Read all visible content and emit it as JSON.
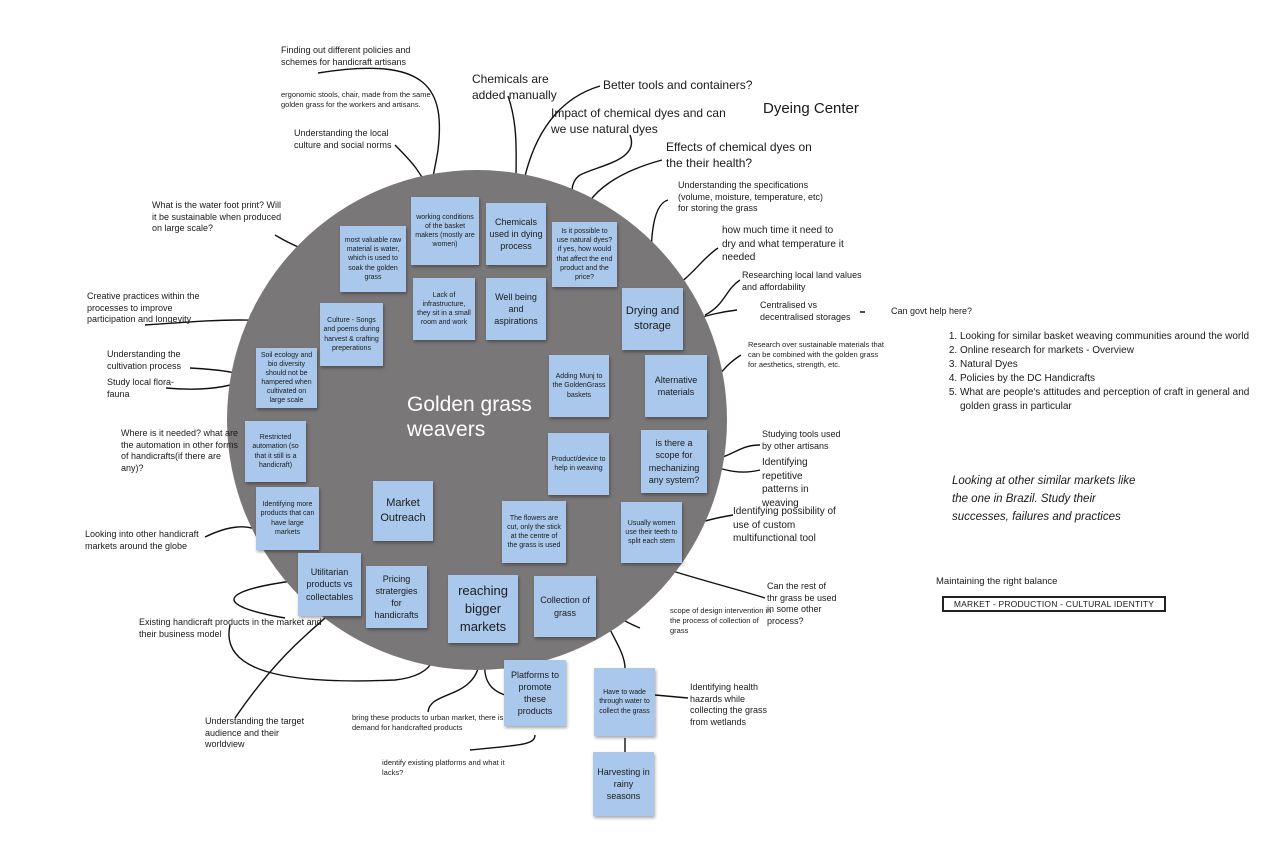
{
  "center_title": "Golden grass weavers",
  "section_label": "Dyeing Center",
  "stickies": {
    "working_conditions": "working conditions of the basket makers (mostly are women)",
    "chemicals_used": "Chemicals used in dying process",
    "natural_dyes": "Is it possible to use natural dyes? if yes, how would that affect the end product and the price?",
    "raw_material": "most valuable raw material is water, which is used to soak the golden grass",
    "lack_infrastructure": "Lack of infrastructure, they sit in a small room and work",
    "well_being": "Well being and aspirations",
    "drying_storage": "Drying and storage",
    "culture_songs": "Culture - Songs and poems during harvest & crafting preperations",
    "soil_ecology": "Soil ecology and bio diversity should not be hampered when cultivated on large scale",
    "adding_munj": "Adding Munj to the GoldenGrass baskets",
    "alternative_materials": "Alternative materials",
    "restricted_automation": "Restricted automation (so that it still is a handicraft)",
    "product_device": "Product/device to help in weaving",
    "scope_mechanizing": "is there a scope for mechanizing any system?",
    "identifying_products": "Identifying more products that can have large markets",
    "market_outreach": "Market Outreach",
    "flowers_cut": "The flowers are cut, only the stick at the centre of the grass is used",
    "usually_women": "Usually women use their teeth to split each stem",
    "utilitarian": "Utilitarian products vs collectables",
    "pricing": "Pricing stratergies for handicrafts",
    "reaching_markets": "reaching bigger markets",
    "collection_grass": "Collection of grass",
    "platforms": "Platforms to promote these products",
    "wade_water": "Have to wade through water to collect the grass",
    "harvesting": "Harvesting in rainy seasons"
  },
  "notes": {
    "policies": "Finding out different policies and schemes for handicraft artisans",
    "ergonomic": "ergonomic stools, chair, made from the same golden grass for the workers and artisans.",
    "local_culture": "Understanding the local culture and social norms",
    "chem_manual": "Chemicals are added manually",
    "better_tools": "Better tools and containers?",
    "impact_dyes": "Impact of chemical dyes and can we use natural dyes",
    "effects_health": "Effects of chemical dyes on the their health?",
    "water_footprint": "What is the water foot print? Will it be sustainable when produced on large scale?",
    "specifications": "Understanding the specifications (volume, moisture, temperature, etc) for storing the grass",
    "time_dry": "how much time it need to dry and what temperature it needed",
    "land_values": "Researching local land values and affordability",
    "centralised": "Centralised vs decentralised storages",
    "govt_help": "Can govt help here?",
    "creative_practices": "Creative practices within the processes to improve participation and longevity",
    "cultivation": "Understanding the cultivation process",
    "flora_fauna": "Study local flora-fauna",
    "research_sustainable": "Research over sustainable materials that can be combined with the golden grass for aesthetics, strength, etc.",
    "where_needed": "Where is it needed? what are the automation in other forms of handicrafts(if there are any)?",
    "studying_tools": "Studying tools used by other artisans",
    "repetitive": "Identifying repetitive patterns in weaving",
    "custom_tool": "Identifying possibility of use of custom multifunctional tool",
    "other_markets": "Looking into other handicraft markets around the globe",
    "rest_grass": "Can the rest of thr grass be used in some other process?",
    "existing_products": "Existing handicraft products in the market and their business model",
    "scope_design": "scope of design intervention in the process of collection of grass",
    "health_hazards": "Identifying health hazards while collecting the grass from wetlands",
    "target_audience": "Understanding the target audience and their worldview",
    "urban_market": "bring these products to urban market, there is demand for handcrafted products",
    "existing_platforms": "identify existing platforms and what it lacks?"
  },
  "research_list": [
    "Looking for similar basket weaving communities around the world",
    "Online research for markets - Overview",
    "Natural Dyes",
    "Policies by the DC Handicrafts",
    "What are people's attitudes and perception of craft in general and golden grass in particular"
  ],
  "italic_note": "Looking at other similar markets like the one in Brazil. Study their successes, failures and practices",
  "balance": {
    "label": "Maintaining the right balance",
    "box": "MARKET - PRODUCTION - CULTURAL IDENTITY"
  },
  "colors": {
    "circle": "#7a7778",
    "sticky": "#a9c8ec",
    "title": "#ffffff"
  }
}
